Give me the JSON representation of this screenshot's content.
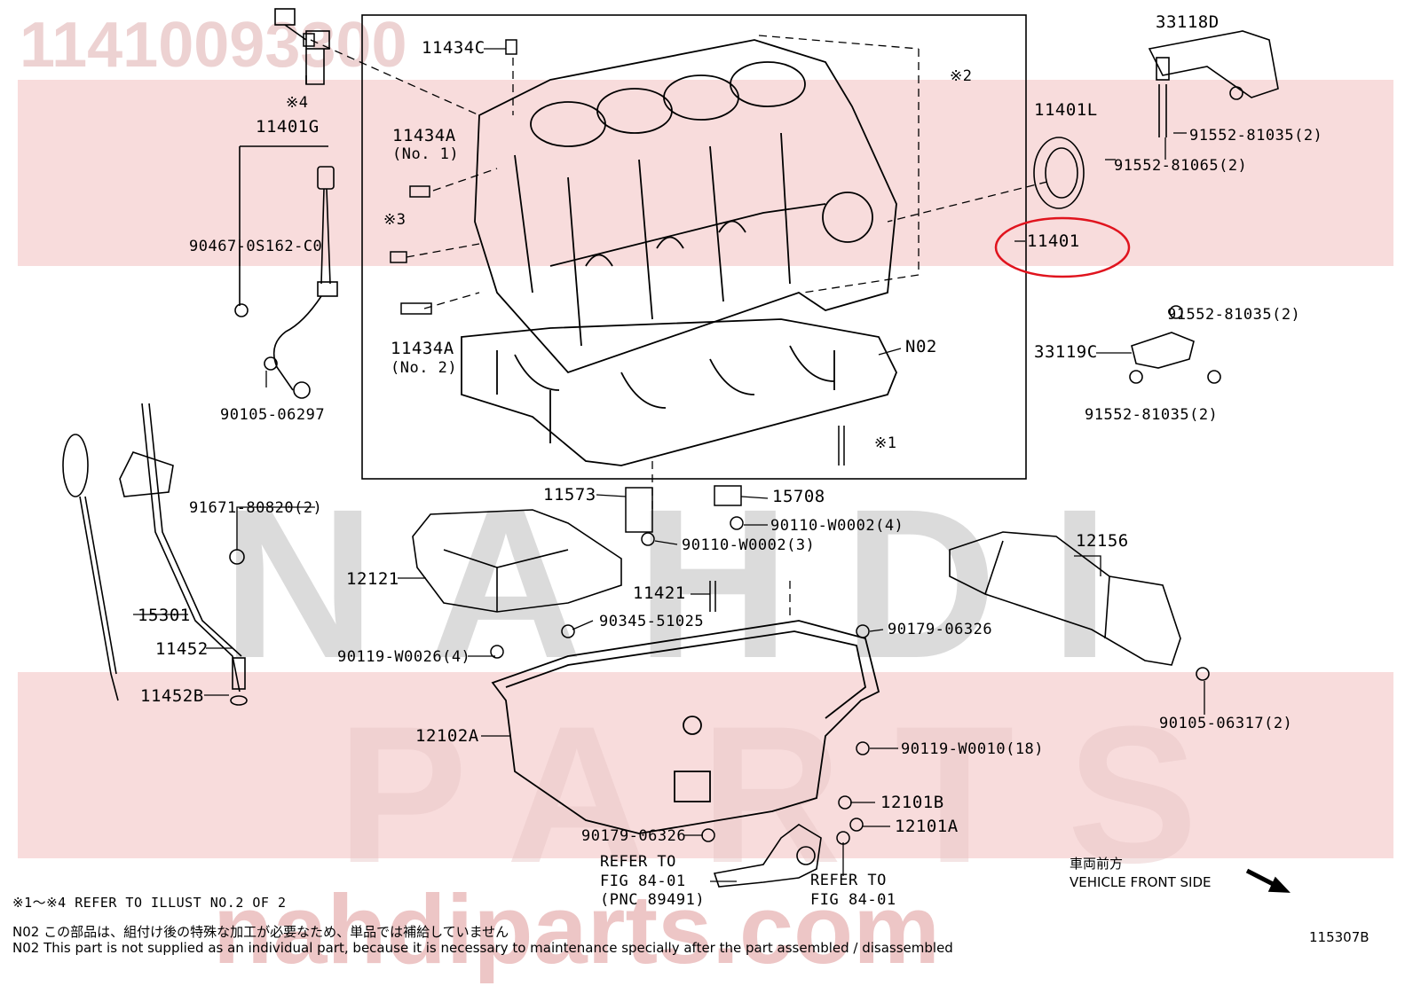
{
  "watermark": {
    "part_number": "11410093300",
    "brand_line1": "NAHDI",
    "brand_line2": "PARTS",
    "site": "nahdiparts.com"
  },
  "callouts": [
    {
      "id": "c1",
      "text": "11434C"
    },
    {
      "id": "c2",
      "text": "※2"
    },
    {
      "id": "c3",
      "text": "※4"
    },
    {
      "id": "c4",
      "text": "11401G"
    },
    {
      "id": "c5",
      "text": "11434A"
    },
    {
      "id": "c6",
      "text": "(No. 1)"
    },
    {
      "id": "c7",
      "text": "※3"
    },
    {
      "id": "c8",
      "text": "90467-0S162-C0"
    },
    {
      "id": "c9",
      "text": "11434A"
    },
    {
      "id": "c10",
      "text": "(No. 2)"
    },
    {
      "id": "c11",
      "text": "90105-06297"
    },
    {
      "id": "c12",
      "text": "N02"
    },
    {
      "id": "c13",
      "text": "※1"
    },
    {
      "id": "c14",
      "text": "33118D"
    },
    {
      "id": "c15",
      "text": "11401L"
    },
    {
      "id": "c16",
      "text": "91552-81035(2)"
    },
    {
      "id": "c17",
      "text": "91552-81065(2)"
    },
    {
      "id": "c18",
      "text": "11401"
    },
    {
      "id": "c19",
      "text": "91552-81035(2)"
    },
    {
      "id": "c20",
      "text": "33119C"
    },
    {
      "id": "c21",
      "text": "91552-81035(2)"
    },
    {
      "id": "c22",
      "text": "11573"
    },
    {
      "id": "c23",
      "text": "15708"
    },
    {
      "id": "c24",
      "text": "90110-W0002(4)"
    },
    {
      "id": "c25",
      "text": "90110-W0002(3)"
    },
    {
      "id": "c26",
      "text": "91671-80820(2)"
    },
    {
      "id": "c27",
      "text": "12121"
    },
    {
      "id": "c28",
      "text": "12156"
    },
    {
      "id": "c29",
      "text": "11421"
    },
    {
      "id": "c30",
      "text": "15301"
    },
    {
      "id": "c31",
      "text": "90345-51025"
    },
    {
      "id": "c32",
      "text": "90179-06326"
    },
    {
      "id": "c33",
      "text": "11452"
    },
    {
      "id": "c34",
      "text": "90119-W0026(4)"
    },
    {
      "id": "c35",
      "text": "11452B"
    },
    {
      "id": "c36",
      "text": "90105-06317(2)"
    },
    {
      "id": "c37",
      "text": "12102A"
    },
    {
      "id": "c38",
      "text": "90119-W0010(18)"
    },
    {
      "id": "c39",
      "text": "12101B"
    },
    {
      "id": "c40",
      "text": "12101A"
    },
    {
      "id": "c41",
      "text": "90179-06326"
    },
    {
      "id": "c42",
      "text": "REFER TO"
    },
    {
      "id": "c43",
      "text": "FIG 84-01"
    },
    {
      "id": "c44",
      "text": "(PNC 89491)"
    },
    {
      "id": "c45",
      "text": "REFER TO"
    },
    {
      "id": "c46",
      "text": "FIG 84-01"
    }
  ],
  "direction": {
    "jp": "車両前方",
    "en": "VEHICLE FRONT SIDE"
  },
  "notes": {
    "refer": "※1～※4 REFER TO ILLUST NO.2 OF 2",
    "n02_jp": "N02  この部品は、組付け後の特殊な加工が必要なため、単品では補給していません",
    "n02_en": "N02  This part is not supplied as an individual part, because it is necessary to maintenance specially after the part assembled / disassembled",
    "illustration_id": "115307B"
  },
  "colors": {
    "line": "#000000",
    "highlight": "#e0141e",
    "watermark": "#e8c4c4"
  },
  "highlighted_part": "11401"
}
